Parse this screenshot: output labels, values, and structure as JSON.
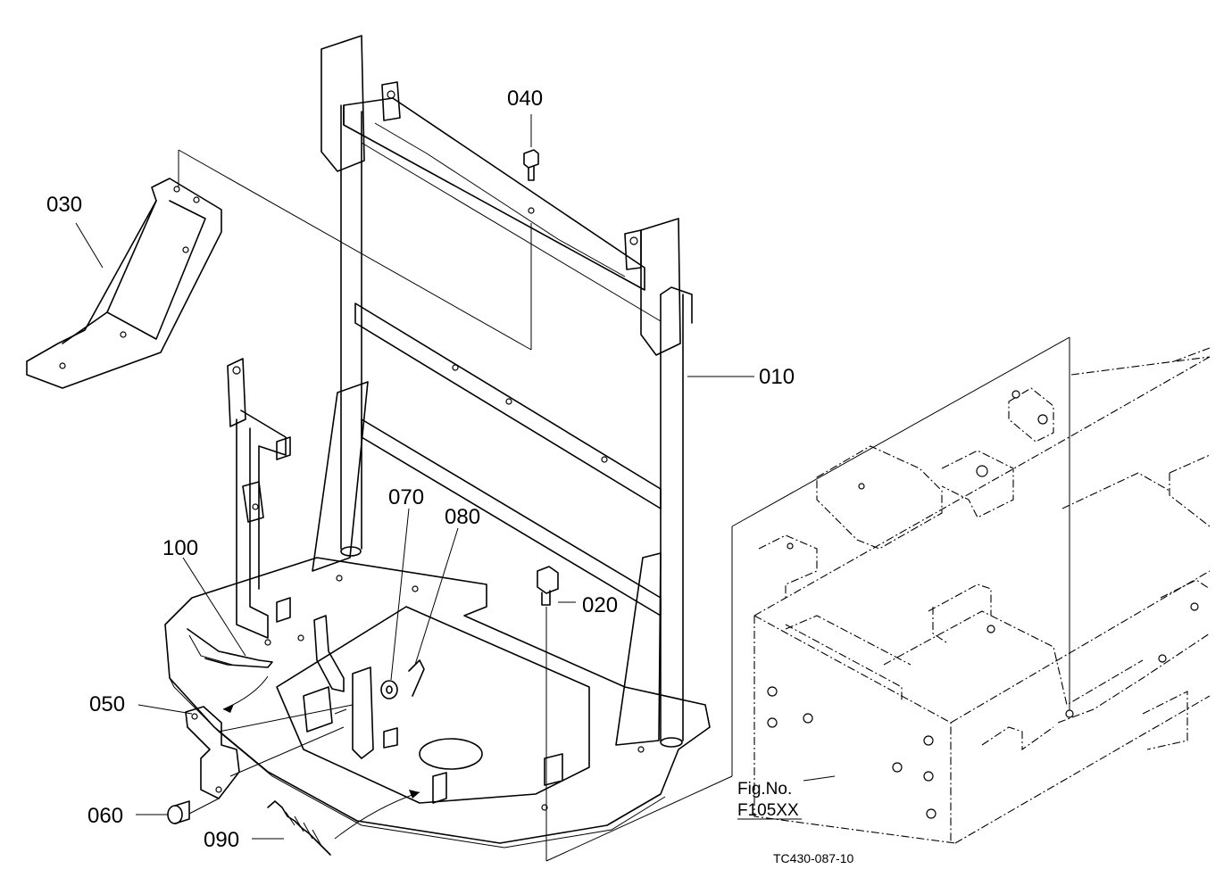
{
  "parts": [
    {
      "id": "010"
    },
    {
      "id": "020"
    },
    {
      "id": "030"
    },
    {
      "id": "040"
    },
    {
      "id": "050"
    },
    {
      "id": "060"
    },
    {
      "id": "070"
    },
    {
      "id": "080"
    },
    {
      "id": "090"
    },
    {
      "id": "100"
    }
  ],
  "figure_reference": {
    "line1": "Fig.No.",
    "line2": "F105XX"
  },
  "drawing_code": "TC430-087-10"
}
